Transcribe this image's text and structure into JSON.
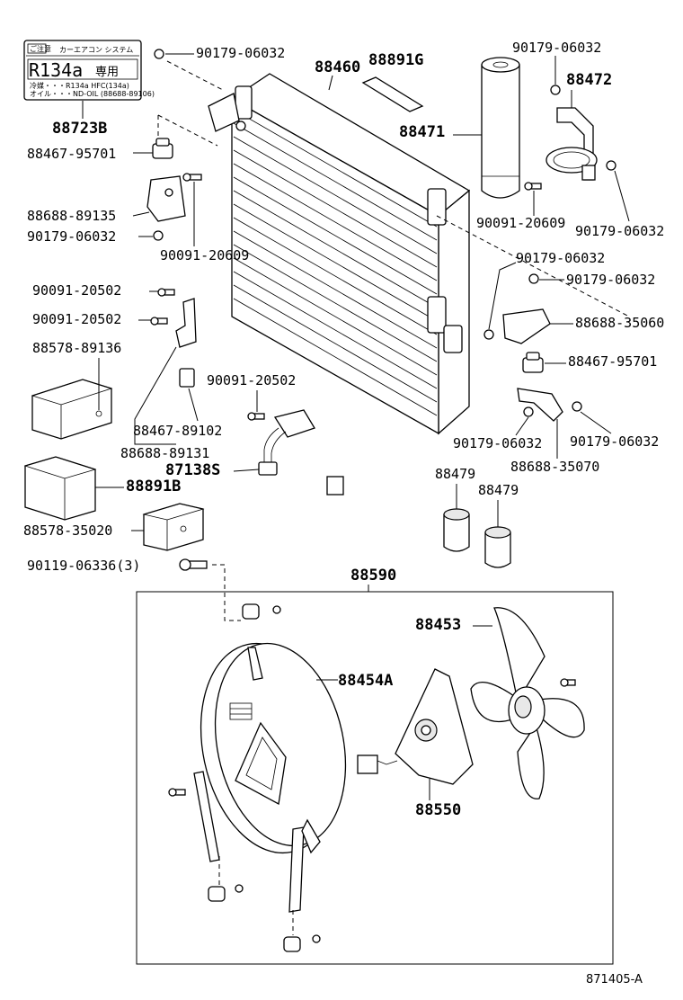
{
  "label_plate": {
    "tag": "ご注意",
    "system": "カーエアコン システム",
    "refrigerant": "R134a",
    "exclusive": "専用",
    "line1": "冷媒・・・R134a HFC(134a)",
    "line2": "オイル・・・ND-OIL (88688-89106)"
  },
  "parts": {
    "p_90179_06032_a": "90179-06032",
    "p_88460": "88460",
    "p_88891G": "88891G",
    "p_90179_06032_b": "90179-06032",
    "p_88472": "88472",
    "p_88723B": "88723B",
    "p_88471": "88471",
    "p_88467_95701_a": "88467-95701",
    "p_88688_89135": "88688-89135",
    "p_90091_20609_a": "90091-20609",
    "p_90179_06032_c": "90179-06032",
    "p_90091_20609_b": "90091-20609",
    "p_90179_06032_d": "90179-06032",
    "p_90179_06032_e": "90179-06032",
    "p_90091_20502_a": "90091-20502",
    "p_90179_06032_f": "90179-06032",
    "p_90091_20502_b": "90091-20502",
    "p_88688_35060": "88688-35060",
    "p_88578_89136": "88578-89136",
    "p_88467_95701_b": "88467-95701",
    "p_90091_20502_c": "90091-20502",
    "p_88467_89102": "88467-89102",
    "p_90179_06032_g": "90179-06032",
    "p_90179_06032_h": "90179-06032",
    "p_88688_89131": "88688-89131",
    "p_88688_35070": "88688-35070",
    "p_87138S": "87138S",
    "p_88479_a": "88479",
    "p_88891B": "88891B",
    "p_88479_b": "88479",
    "p_88578_35020": "88578-35020",
    "p_90119_06336": "90119-06336(3)",
    "p_88590": "88590",
    "p_88453": "88453",
    "p_88454A": "88454A",
    "p_88550": "88550"
  },
  "ref_code": "871405-A"
}
